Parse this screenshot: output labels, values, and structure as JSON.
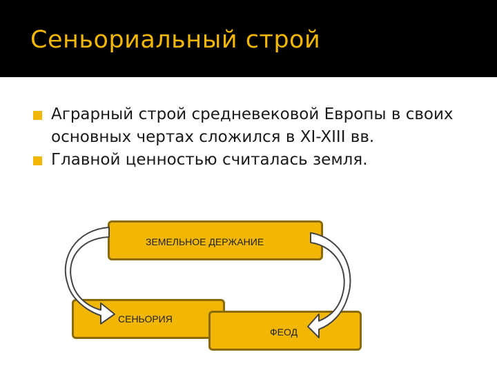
{
  "slide": {
    "title": "Сеньориальный строй",
    "bullets": [
      "Аграрный строй средневековой Европы в своих основных чертах сложился в XI-XIII вв.",
      "Главной ценностью считалась земля."
    ]
  },
  "diagram": {
    "top_box": "ЗЕМЕЛЬНОЕ ДЕРЖАНИЕ",
    "left_box": "СЕНЬОРИЯ",
    "right_box": "ФЕОД"
  },
  "colors": {
    "accent": "#f2b705",
    "title_bar": "#000000",
    "arrow_fill": "#ffffff",
    "box_border": "#8a6a00"
  }
}
